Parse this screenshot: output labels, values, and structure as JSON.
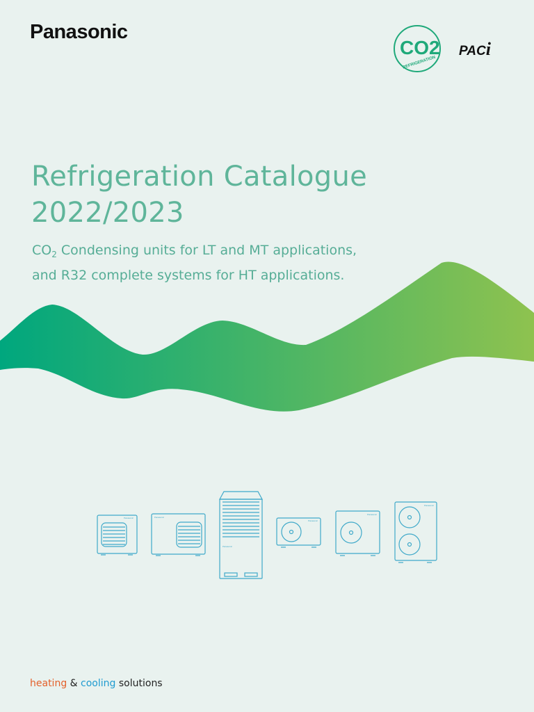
{
  "brand": {
    "name": "Panasonic"
  },
  "badges": {
    "co2_text": "CO2",
    "co2_sub": "REFRIGERATION",
    "paci_text": "PAC",
    "paci_i": "i"
  },
  "title": {
    "line1": "Refrigeration Catalogue",
    "line2": "2022/2023"
  },
  "subtitle": {
    "co": "CO",
    "sub": "2",
    "line1_rest": " Condensing units for LT and MT applications,",
    "line2": "and R32 complete systems for HT applications."
  },
  "unit_label": "Panasonic",
  "footer": {
    "heating": "heating",
    "amp": " & ",
    "cooling": "cooling",
    "rest": " solutions"
  },
  "colors": {
    "accent_text": "#5fb59a",
    "wave_start": "#00a77e",
    "wave_end": "#8ec24f",
    "unit_stroke": "#3fa9c9",
    "heating": "#e4612b",
    "cooling": "#1f9bd0"
  }
}
